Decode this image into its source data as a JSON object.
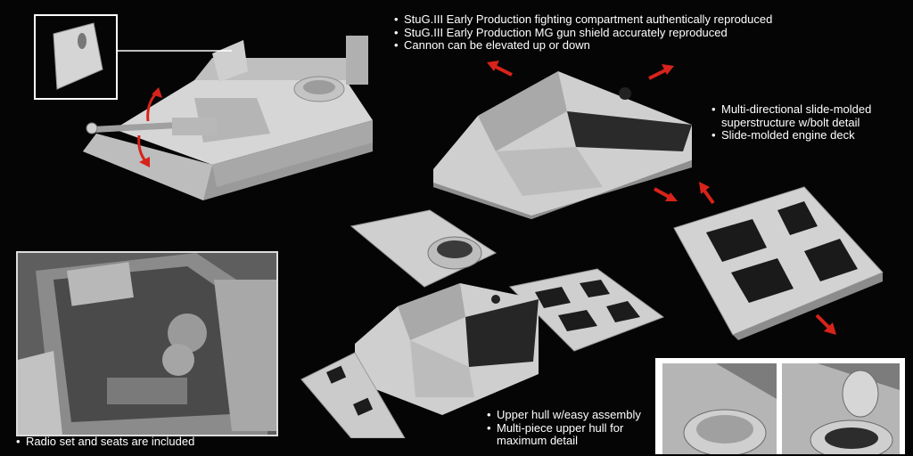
{
  "callouts": {
    "top": [
      "StuG.III Early Production fighting compartment authentically reproduced",
      "StuG.III Early Production MG gun shield accurately reproduced",
      "Cannon can be elevated up or down"
    ],
    "right_1": "Multi-directional slide-molded",
    "right_1_cont": "superstructure w/bolt detail",
    "right_2": "Slide-molded engine deck",
    "bottom_left": "Radio set and seats are included",
    "bottom_mid_1": "Upper hull w/easy assembly",
    "bottom_mid_2": "Multi-piece upper hull for",
    "bottom_mid_2_cont": "maximum detail"
  },
  "colors": {
    "background": "#050505",
    "model_grey": "#cfcfcf",
    "arrow_red": "#d8231b",
    "frame": "#dcdcdc"
  }
}
